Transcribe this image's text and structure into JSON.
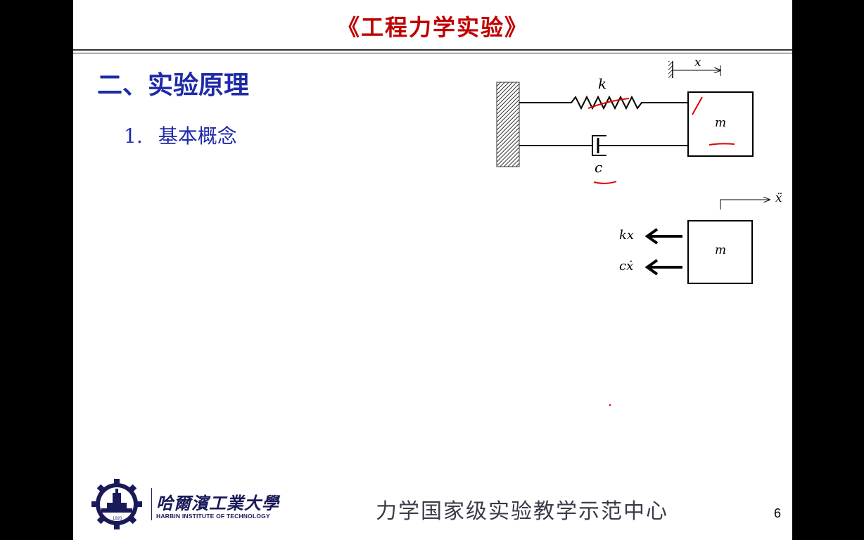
{
  "slide": {
    "title": "《工程力学实验》",
    "section_heading": "二、实验原理",
    "sub_number": "1.",
    "sub_heading": "基本概念",
    "page_number": "6"
  },
  "diagram_top": {
    "spring_label": "k",
    "damper_label": "c",
    "mass_label": "m",
    "displacement_label": "x"
  },
  "diagram_bottom": {
    "accel_label": "ẍ",
    "mass_label": "m",
    "spring_force_label": "kx",
    "damping_force_label": "cẋ"
  },
  "footer": {
    "logo_cn": "哈爾濱工業大學",
    "logo_en": "HARBIN INSTITUTE OF TECHNOLOGY",
    "logo_year": "1920",
    "center_text": "力学国家级实验教学示范中心"
  },
  "colors": {
    "title": "#c00000",
    "heading": "#1f2aa8",
    "annotation": "#e00000"
  }
}
